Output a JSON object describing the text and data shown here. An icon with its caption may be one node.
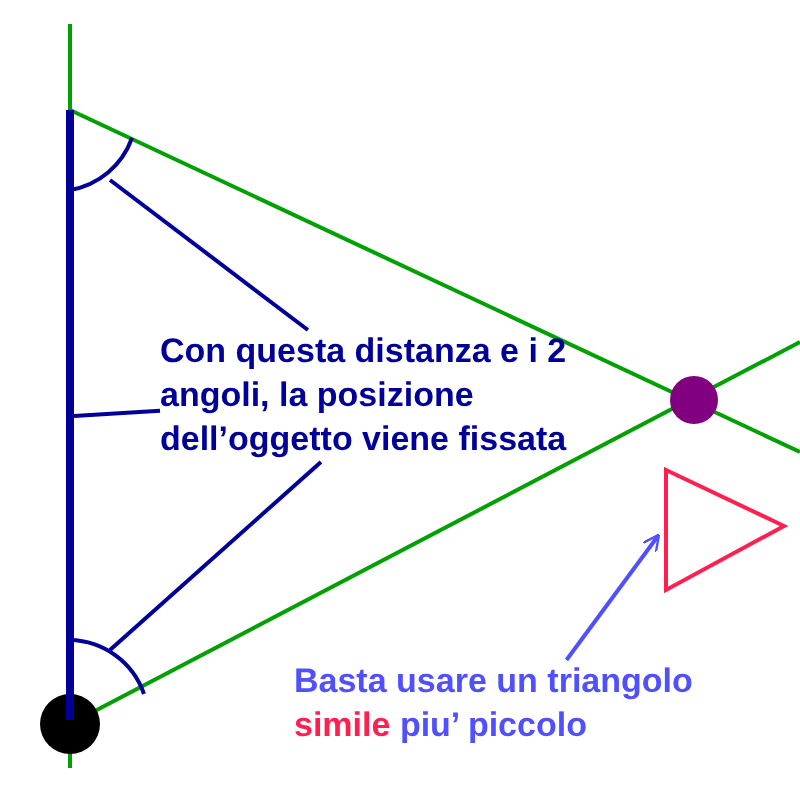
{
  "diagram": {
    "nodes": [
      {
        "text": [
          "Con questa distanza e i 2 angoli, la posizione dell’oggetto viene fissata"
        ]
      },
      {
        "text": [],
        "shape": "arc"
      },
      {
        "text": [],
        "shape": "bar"
      },
      {
        "text": [],
        "shape": "arc"
      },
      {
        "text": [
          "Basta usare un triangolo simile piu’ piccolo"
        ]
      },
      {
        "text": [],
        "shape": "triangle"
      }
    ],
    "edges": [
      {
        "from": 0,
        "to": 1,
        "arrow": "none"
      },
      {
        "from": 0,
        "to": 2,
        "arrow": "none"
      },
      {
        "from": 0,
        "to": 3,
        "arrow": "none"
      },
      {
        "from": 4,
        "to": 5,
        "arrow": "to",
        "color": "#5050ff"
      }
    ]
  }
}
